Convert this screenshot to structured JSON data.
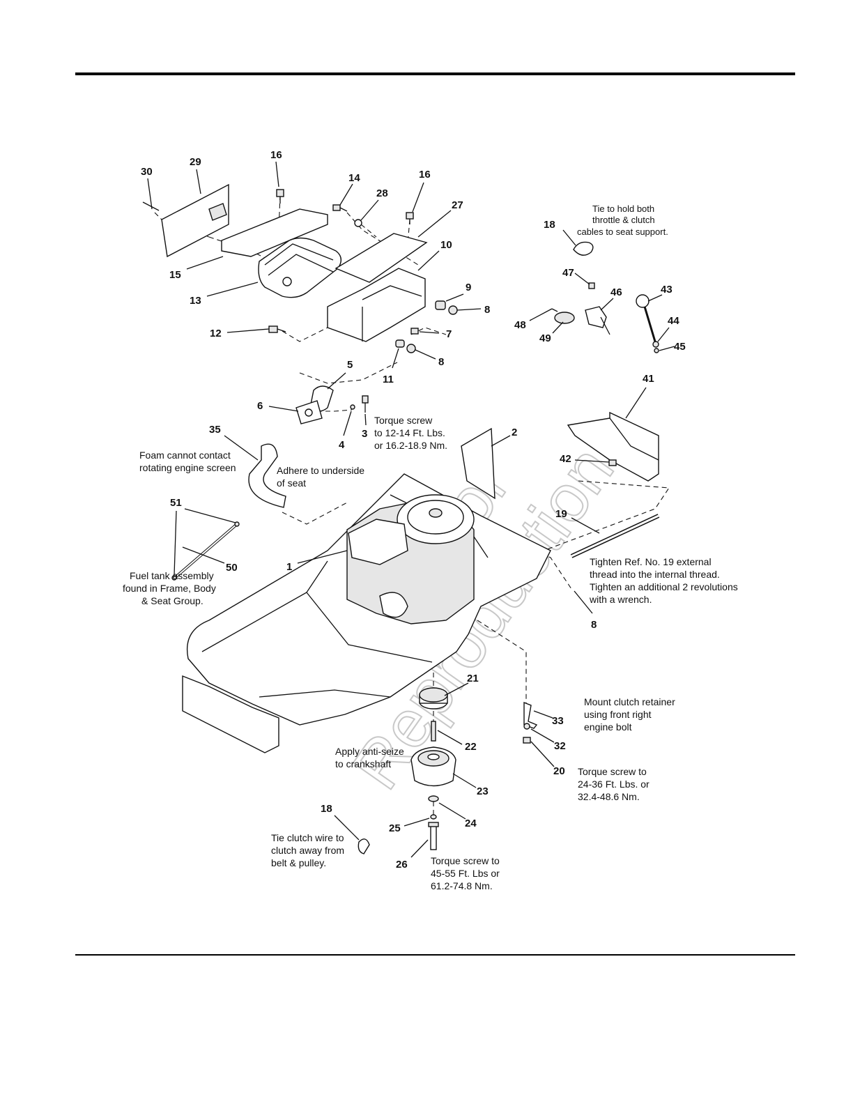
{
  "watermark": {
    "line1": "Not for",
    "line2": "Reproduction"
  },
  "callouts": [
    {
      "id": "c30",
      "text": "30"
    },
    {
      "id": "c29",
      "text": "29"
    },
    {
      "id": "c16a",
      "text": "16"
    },
    {
      "id": "c14",
      "text": "14"
    },
    {
      "id": "c16b",
      "text": "16"
    },
    {
      "id": "c28",
      "text": "28"
    },
    {
      "id": "c27",
      "text": "27"
    },
    {
      "id": "c10",
      "text": "10"
    },
    {
      "id": "c15",
      "text": "15"
    },
    {
      "id": "c13",
      "text": "13"
    },
    {
      "id": "c9",
      "text": "9"
    },
    {
      "id": "c8a",
      "text": "8"
    },
    {
      "id": "c12",
      "text": "12"
    },
    {
      "id": "c7",
      "text": "7"
    },
    {
      "id": "c8b",
      "text": "8"
    },
    {
      "id": "c11",
      "text": "11"
    },
    {
      "id": "c5",
      "text": "5"
    },
    {
      "id": "c6",
      "text": "6"
    },
    {
      "id": "c4",
      "text": "4"
    },
    {
      "id": "c3",
      "text": "3"
    },
    {
      "id": "c2",
      "text": "2"
    },
    {
      "id": "c35",
      "text": "35"
    },
    {
      "id": "c18a",
      "text": "18"
    },
    {
      "id": "c47",
      "text": "47"
    },
    {
      "id": "c46",
      "text": "46"
    },
    {
      "id": "c43",
      "text": "43"
    },
    {
      "id": "c48",
      "text": "48"
    },
    {
      "id": "c49",
      "text": "49"
    },
    {
      "id": "c44",
      "text": "44"
    },
    {
      "id": "c45",
      "text": "45"
    },
    {
      "id": "c41",
      "text": "41"
    },
    {
      "id": "c42",
      "text": "42"
    },
    {
      "id": "c19",
      "text": "19"
    },
    {
      "id": "c51",
      "text": "51"
    },
    {
      "id": "c50",
      "text": "50"
    },
    {
      "id": "c1",
      "text": "1"
    },
    {
      "id": "c8c",
      "text": "8"
    },
    {
      "id": "c21",
      "text": "21"
    },
    {
      "id": "c33",
      "text": "33"
    },
    {
      "id": "c22",
      "text": "22"
    },
    {
      "id": "c32",
      "text": "32"
    },
    {
      "id": "c20",
      "text": "20"
    },
    {
      "id": "c23",
      "text": "23"
    },
    {
      "id": "c18b",
      "text": "18"
    },
    {
      "id": "c24",
      "text": "24"
    },
    {
      "id": "c25",
      "text": "25"
    },
    {
      "id": "c26",
      "text": "26"
    }
  ],
  "notes": {
    "tie_throttle": [
      "Tie to hold both",
      "throttle & clutch",
      "cables to seat support."
    ],
    "torque_3": [
      "Torque screw",
      "to 12-14 Ft. Lbs.",
      "or 16.2-18.9 Nm."
    ],
    "foam": [
      "Foam cannot contact",
      "rotating engine screen"
    ],
    "adhere": [
      "Adhere to underside",
      "of seat"
    ],
    "fuel_tank": [
      "Fuel tank assembly",
      "found in Frame, Body",
      "& Seat Group."
    ],
    "tighten_19": [
      "Tighten Ref. No. 19 external",
      "thread into the internal thread.",
      "Tighten an additional 2 revolutions",
      "with a wrench."
    ],
    "mount_clutch": [
      "Mount clutch retainer",
      "using front right",
      "engine bolt"
    ],
    "anti_seize": [
      "Apply anti-seize",
      "to crankshaft"
    ],
    "torque_20": [
      "Torque screw to",
      "24-36 Ft. Lbs. or",
      "32.4-48.6 Nm."
    ],
    "tie_clutch": [
      "Tie clutch wire to",
      "clutch away from",
      "belt & pulley."
    ],
    "torque_26": [
      "Torque screw to",
      "45-55 Ft. Lbs or",
      "61.2-74.8 Nm."
    ]
  }
}
